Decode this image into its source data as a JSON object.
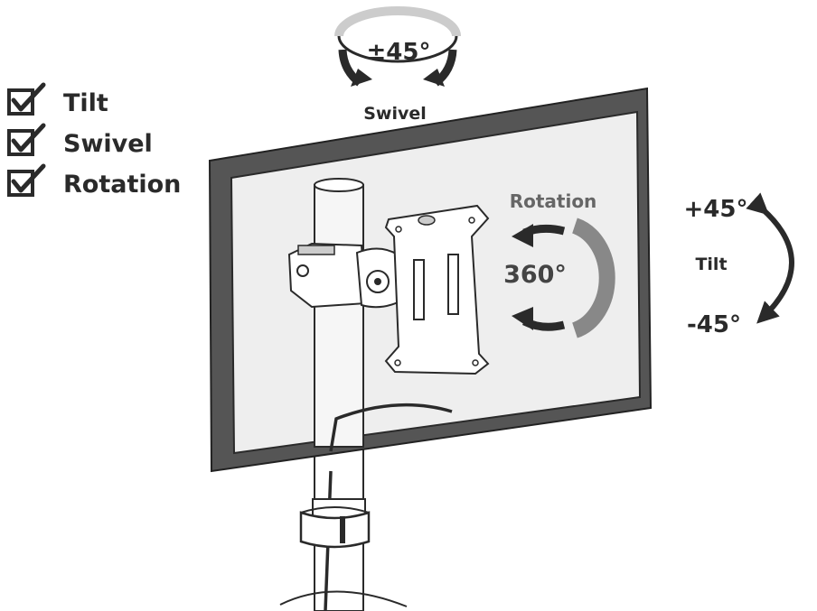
{
  "features": {
    "items": [
      {
        "label": "Tilt",
        "checked": true
      },
      {
        "label": "Swivel",
        "checked": true
      },
      {
        "label": "Rotation",
        "checked": true
      }
    ]
  },
  "swivel": {
    "label": "Swivel",
    "range": "±45°"
  },
  "rotation": {
    "label": "Rotation",
    "range": "360°"
  },
  "tilt": {
    "label": "Tilt",
    "up": "+45°",
    "down": "-45°"
  },
  "colors": {
    "ink": "#2a2a2a",
    "frame": "#555555",
    "screen": "#eeeeee",
    "rotation_text": "#666666"
  }
}
